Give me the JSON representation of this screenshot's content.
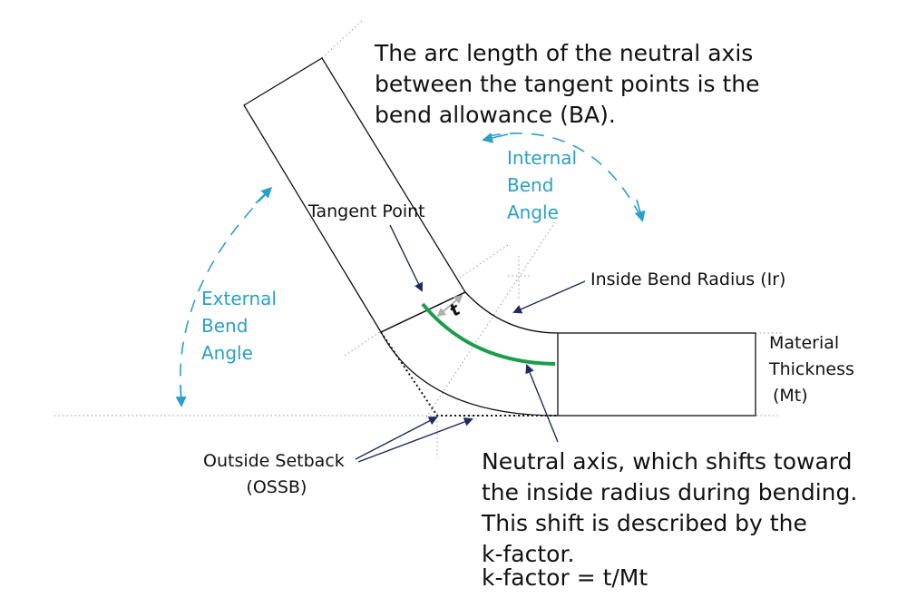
{
  "annotations": {
    "ba_note": [
      "The arc length of the neutral axis",
      "between the tangent points is the",
      "bend allowance (BA)."
    ],
    "internal_bend_angle": [
      "Internal",
      "Bend",
      "Angle"
    ],
    "external_bend_angle": [
      "External",
      "Bend",
      "Angle"
    ],
    "tangent_point": "Tangent Point",
    "inside_bend_radius": "Inside Bend Radius (Ir)",
    "material_thickness": [
      "Material",
      "Thickness",
      "(Mt)"
    ],
    "outside_setback": [
      "Outside Setback",
      "(OSSB)"
    ],
    "neutral_axis_note": [
      "Neutral axis, which shifts toward",
      "the inside radius during bending.",
      "This shift is described by the",
      "k-factor."
    ],
    "kfactor_formula": "k-factor = t/Mt",
    "t_label": "t"
  },
  "colors": {
    "outline": "#111111",
    "neutral_axis": "#1a9e4a",
    "angle_arrows": "#2aa0c8",
    "leader_lines": "#1f2a5c",
    "construction_lines": "#9a9a9a",
    "dimension_arrow": "#b0b0b0"
  }
}
